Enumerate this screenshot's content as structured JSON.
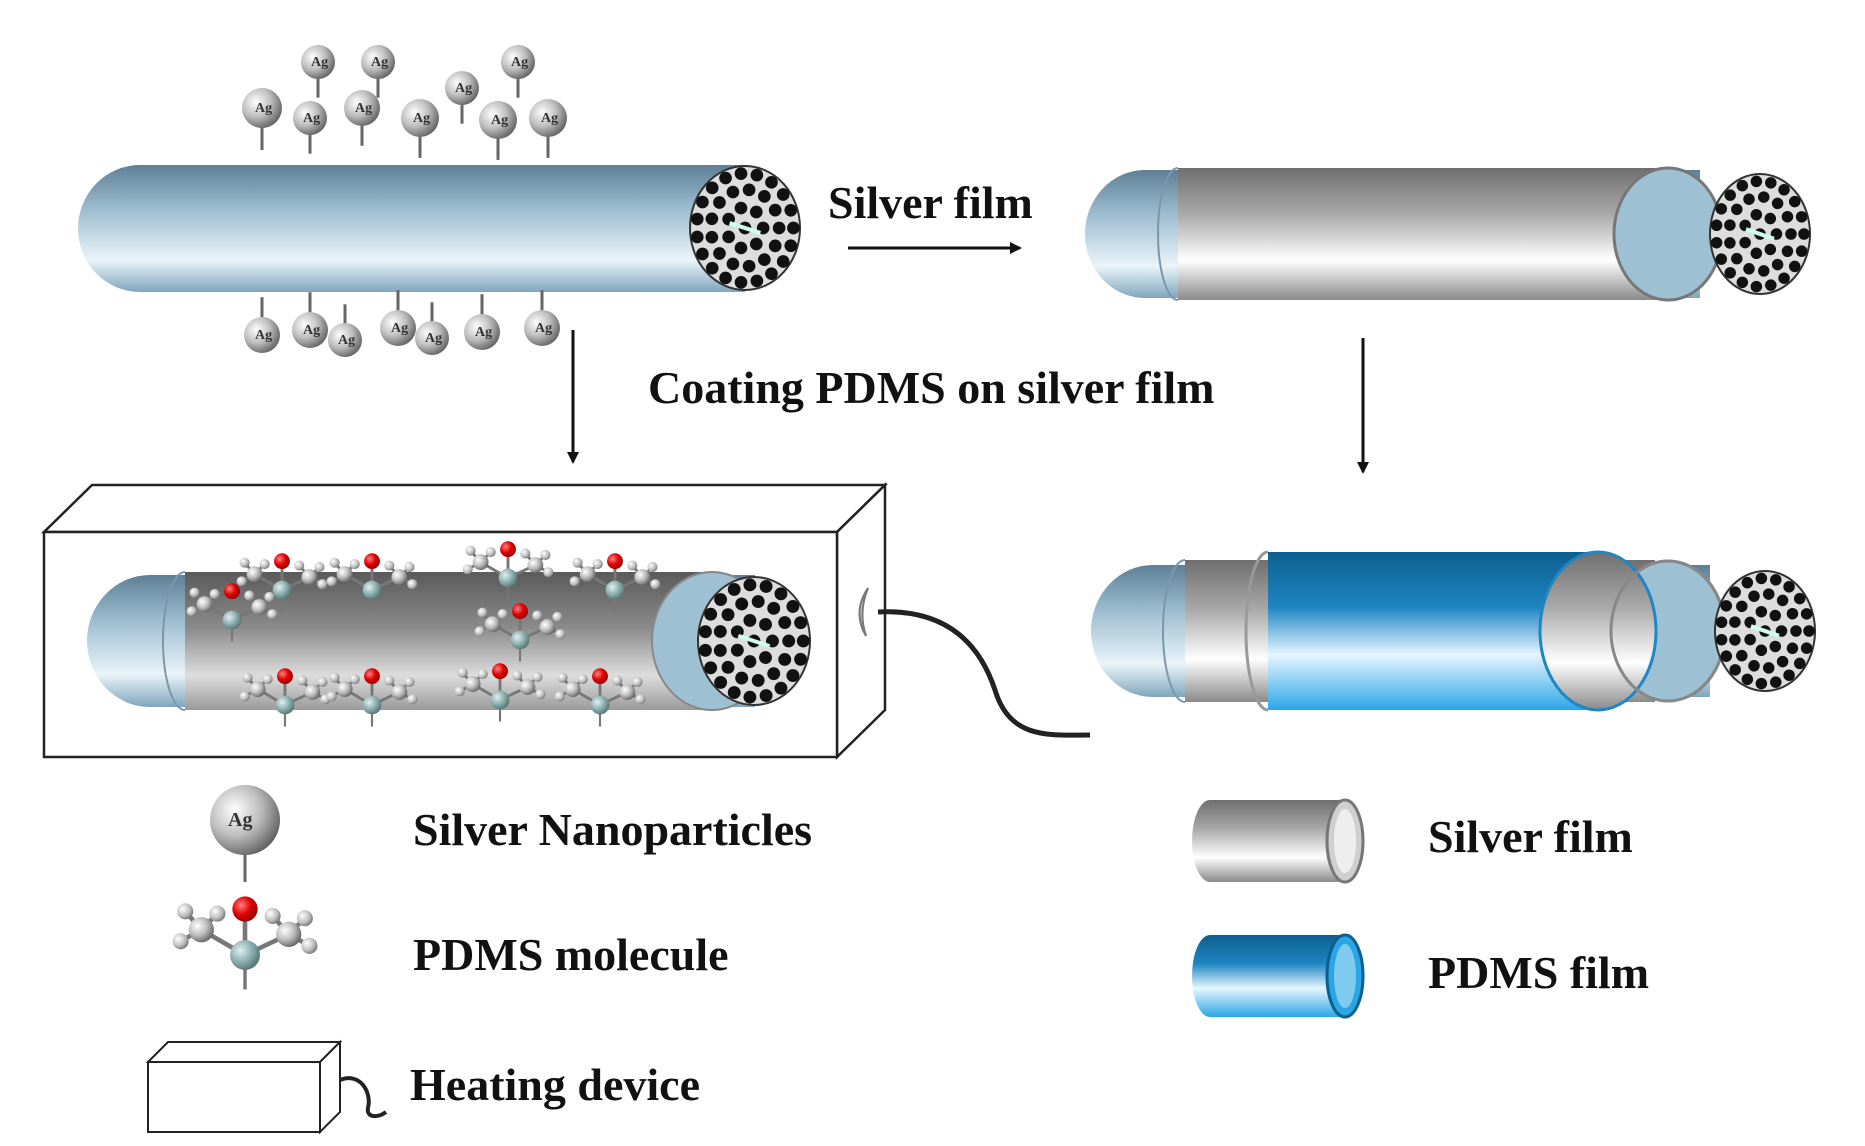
{
  "labels": {
    "silver_film_step": "Silver film",
    "coating_step": "Coating PDMS on silver film"
  },
  "legend": {
    "silver_nanoparticles": "Silver Nanoparticles",
    "pdms_molecule": "PDMS molecule",
    "heating_device": "Heating device",
    "silver_film": "Silver film",
    "pdms_film": "PDMS film"
  },
  "particle_symbol": "Ag",
  "colors": {
    "fiber": "#8fb4c9",
    "silver": "#9a9a9a",
    "pdms": "#1f8fc8",
    "oxygen": "#e00000",
    "silicon": "#8fb0b0",
    "core": "#111111"
  }
}
